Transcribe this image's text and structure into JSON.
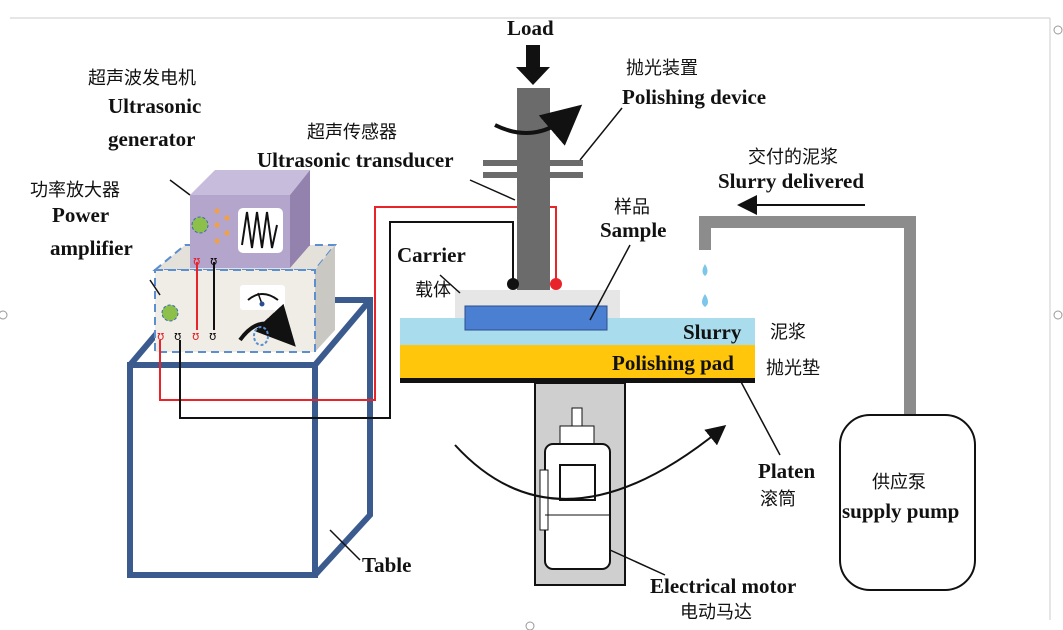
{
  "labels": {
    "load": "Load",
    "polishing_device_cn": "抛光装置",
    "polishing_device": "Polishing device",
    "generator_cn": "超声波发电机",
    "generator_1": "Ultrasonic",
    "generator_2": "generator",
    "transducer_cn": "超声传感器",
    "transducer": "Ultrasonic transducer",
    "amplifier_cn": "功率放大器",
    "amplifier_1": "Power",
    "amplifier_2": "amplifier",
    "slurry_delivered_cn": "交付的泥浆",
    "slurry_delivered": "Slurry delivered",
    "sample_cn": "样品",
    "sample": "Sample",
    "carrier": "Carrier",
    "carrier_cn": "载体",
    "slurry": "Slurry",
    "slurry_cn": "泥浆",
    "pad": "Polishing pad",
    "pad_cn": "抛光垫",
    "platen": "Platen",
    "platen_cn": "滚筒",
    "pump_cn": "供应泵",
    "pump": "supply pump",
    "table": "Table",
    "motor": "Electrical motor",
    "motor_cn": "电动马达"
  },
  "colors": {
    "table": "#3b5b8f",
    "generator": "#b4a5cd",
    "amplifier": "#efede6",
    "sample": "#4a7fd1",
    "slurry": "#a9dcec",
    "pad": "#ffc60b",
    "wire_red": "#e8232a",
    "shaft": "#6b6b6b"
  }
}
